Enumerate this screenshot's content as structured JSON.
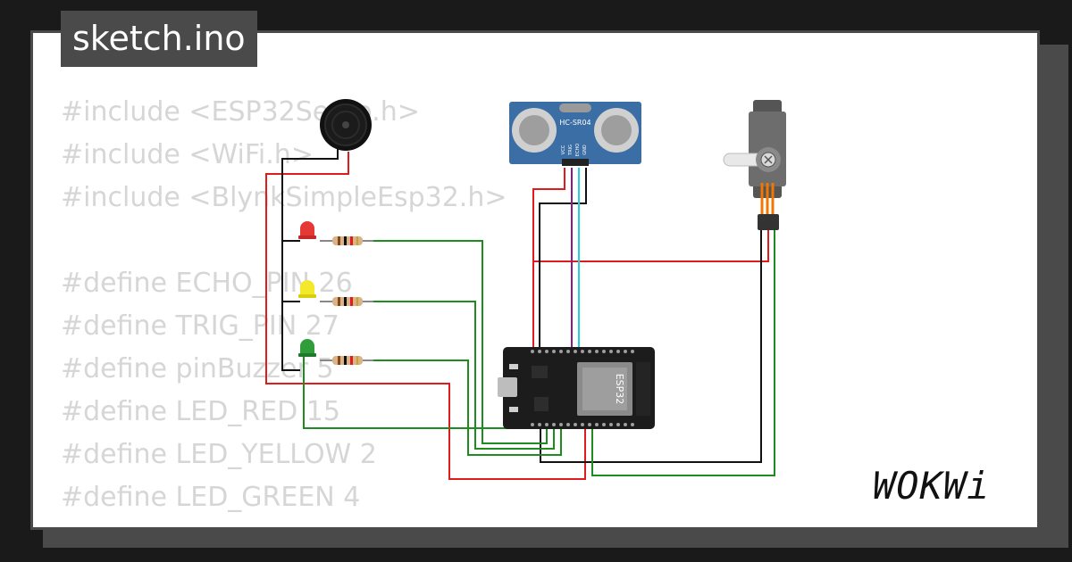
{
  "header": {
    "title": "sketch.ino"
  },
  "code_lines": [
    "#include <ESP32Servo.h>",
    "#include <WiFi.h>",
    "#include <BlynkSimpleEsp32.h>",
    "",
    "#define ECHO_PIN 26",
    "#define TRIG_PIN 27",
    "#define pinBuzzer 5",
    "#define LED_RED 15",
    "#define LED_YELLOW 2",
    "#define LED_GREEN 4"
  ],
  "components": {
    "sensor_label": "HC-SR04",
    "sensor_pins": [
      "VCC",
      "TRIG",
      "ECHO",
      "GND"
    ],
    "mcu_label": "ESP32"
  },
  "brand": {
    "logo": "WOKWi"
  },
  "colors": {
    "background": "#1a1a1a",
    "card": "#ffffff",
    "card_border": "#4a4a4a",
    "code_text": "#d6d6d6",
    "wire_red": "#e01b1b",
    "wire_green": "#1f8c1f",
    "wire_black": "#111111",
    "wire_purple": "#8b1a8b",
    "wire_cyan": "#22cfe0",
    "sensor_blue": "#3b6ea5",
    "mcu_black": "#1c1c1c"
  }
}
